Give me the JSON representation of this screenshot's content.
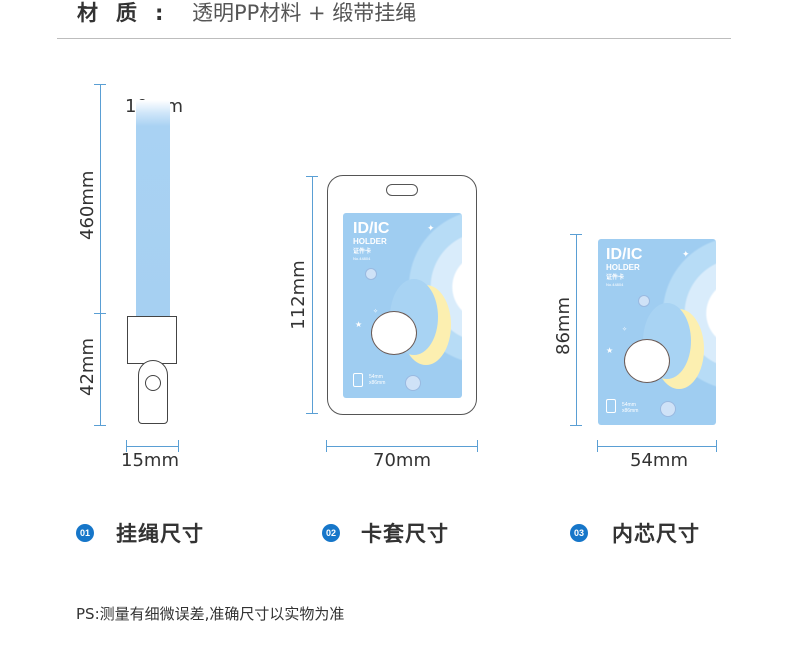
{
  "material": {
    "label": "材质:",
    "value": "透明PP材料 + 缎带挂绳"
  },
  "strap": {
    "width_label": "10mm",
    "length_label": "460mm",
    "clip_label": "42mm",
    "bottom_label": "15mm"
  },
  "holder": {
    "height_label": "112mm",
    "width_label": "70mm"
  },
  "insert": {
    "height_label": "86mm",
    "width_label": "54mm"
  },
  "card_art": {
    "title": "ID/IC",
    "subtitle": "HOLDER",
    "cn_text": "证件卡",
    "model": "No.44804",
    "size_line1": "54mm",
    "size_line2": "x86mm"
  },
  "sections": [
    {
      "badge": "01",
      "label": "挂绳尺寸"
    },
    {
      "badge": "02",
      "label": "卡套尺寸"
    },
    {
      "badge": "03",
      "label": "内芯尺寸"
    }
  ],
  "footnote": "PS:测量有细微误差,准确尺寸以实物为准",
  "colors": {
    "dimension_line": "#5a9fd4",
    "badge": "#1676c9",
    "strap": "#a6d0f2",
    "card_bg": "#9fcdf1"
  }
}
